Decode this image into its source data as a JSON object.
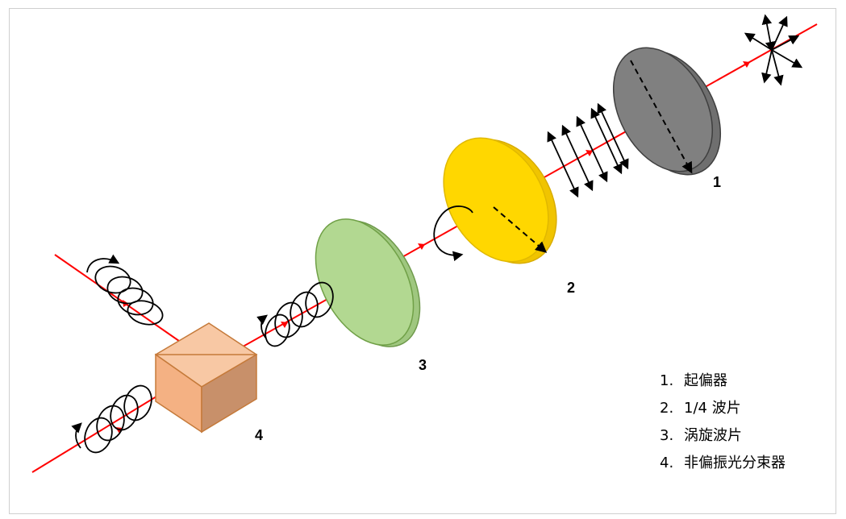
{
  "diagram": {
    "components": [
      {
        "number": "1",
        "name": "起偏器",
        "color": "#7f7f7f"
      },
      {
        "number": "2",
        "name": "1/4 波片",
        "color": "#ffd200"
      },
      {
        "number": "3",
        "name": "涡旋波片",
        "color": "#a9d18e"
      },
      {
        "number": "4",
        "name": "非偏振光分束器",
        "color": "#f4b183"
      }
    ],
    "beam_color": "#ff0000"
  },
  "legend": {
    "items": [
      {
        "index": "1.",
        "text": "起偏器"
      },
      {
        "index": "2.",
        "text": "1/4 波片"
      },
      {
        "index": "3.",
        "text": "涡旋波片"
      },
      {
        "index": "4.",
        "text": "非偏振光分束器"
      }
    ]
  }
}
